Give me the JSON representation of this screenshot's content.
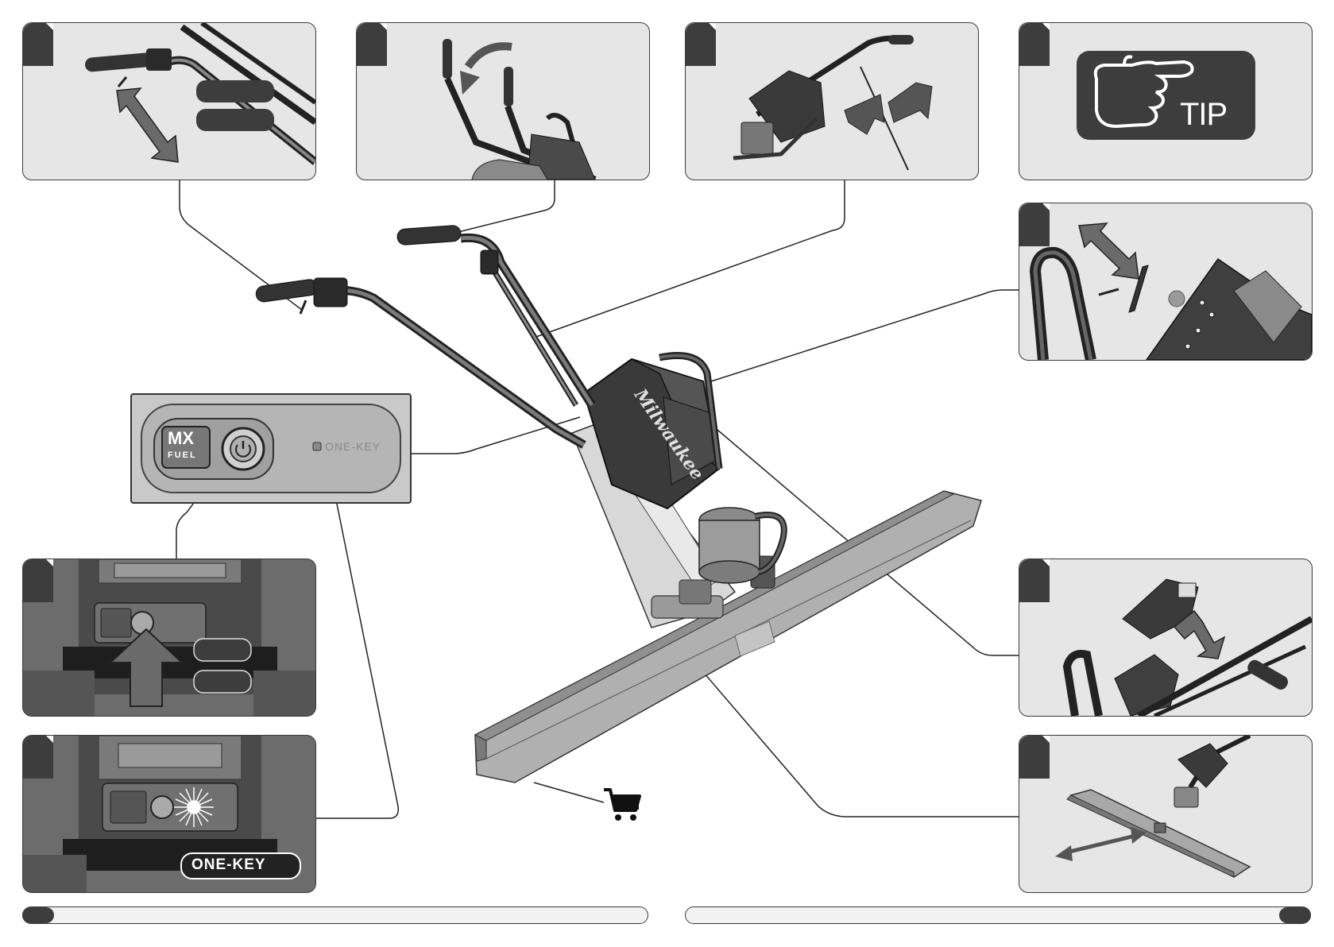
{
  "tip": {
    "label": "TIP"
  },
  "control_panel": {
    "brand_mx": "MX",
    "brand_fuel": "FUEL",
    "connect_label": "ONE-KEY"
  },
  "onekey_badge": {
    "label": "ONE-KEY"
  },
  "machine": {
    "brand": "Milwaukee"
  },
  "icons": {
    "cart": "shopping-cart-icon",
    "tip_hand": "pointing-hand-icon",
    "power": "power-button-icon",
    "wireless": "wireless-signal-icon"
  },
  "colors": {
    "panel_bg": "#e6e6e6",
    "dark_tab": "#3d3d3d",
    "line": "#222222"
  }
}
